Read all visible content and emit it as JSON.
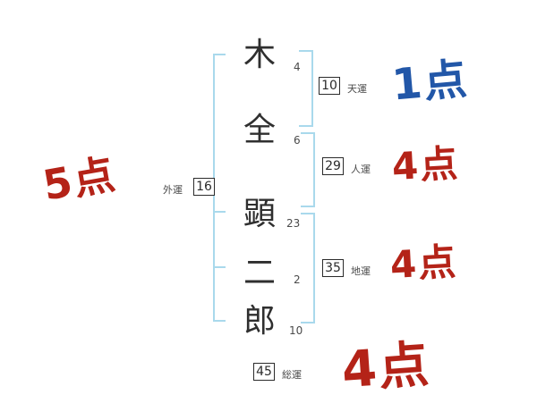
{
  "name_chars": [
    {
      "char": "木",
      "strokes": "4"
    },
    {
      "char": "全",
      "strokes": "6"
    },
    {
      "char": "顕",
      "strokes": "23"
    },
    {
      "char": "二",
      "strokes": "2"
    },
    {
      "char": "郎",
      "strokes": "10"
    }
  ],
  "fortunes": [
    {
      "id": "ten",
      "label": "天運",
      "value": "10",
      "score": "1点"
    },
    {
      "id": "jin",
      "label": "人運",
      "value": "29",
      "score": "4点"
    },
    {
      "id": "chi",
      "label": "地運",
      "value": "35",
      "score": "4点"
    },
    {
      "id": "gai",
      "label": "外運",
      "value": "16",
      "score": "5点"
    },
    {
      "id": "sou",
      "label": "総運",
      "value": "45",
      "score": "4点"
    }
  ],
  "colors": {
    "bracket": "#a9d9ec",
    "score_red": "#b42318",
    "score_blue": "#2257a8",
    "text": "#2f2f2f"
  }
}
